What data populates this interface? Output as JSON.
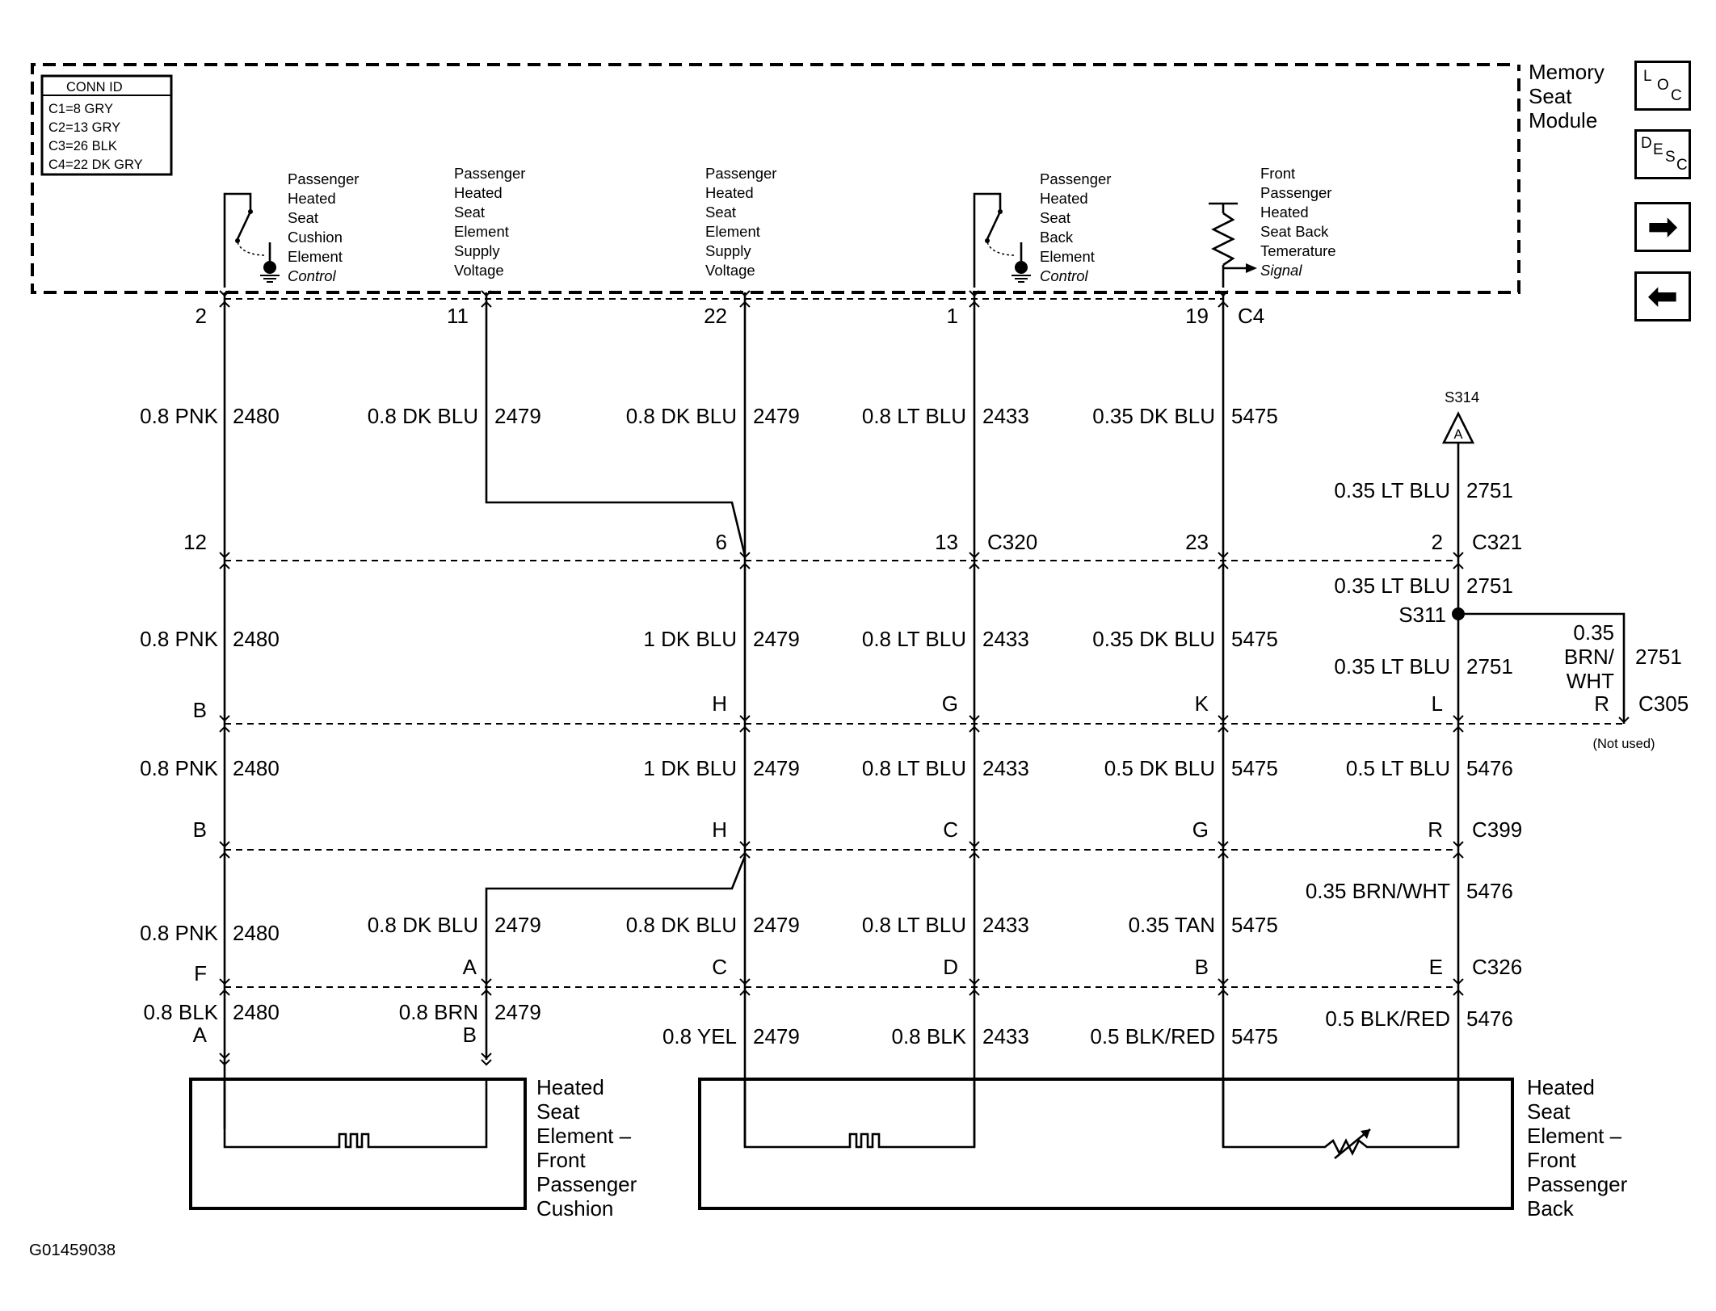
{
  "conn_id": {
    "title": "CONN ID",
    "items": [
      "C1=8 GRY",
      "C2=13 GRY",
      "C3=26 BLK",
      "C4=22 DK GRY"
    ]
  },
  "module": {
    "name": [
      "Memory",
      "Seat",
      "Module"
    ],
    "labels": {
      "cushion_control": [
        "Passenger",
        "Heated",
        "Seat",
        "Cushion",
        "Element",
        "Control"
      ],
      "supply_1": [
        "Passenger",
        "Heated",
        "Seat",
        "Element",
        "Supply",
        "Voltage"
      ],
      "supply_2": [
        "Passenger",
        "Heated",
        "Seat",
        "Element",
        "Supply",
        "Voltage"
      ],
      "back_control": [
        "Passenger",
        "Heated",
        "Seat",
        "Back",
        "Element",
        "Control"
      ],
      "temp_signal": [
        "Front",
        "Passenger",
        "Heated",
        "Seat Back",
        "Temerature",
        "Signal"
      ]
    }
  },
  "nav": {
    "loc": [
      "L",
      "O",
      "C"
    ],
    "desc": [
      "D",
      "E",
      "S",
      "C"
    ],
    "next_icon": "right-arrow-icon",
    "prev_icon": "left-arrow-icon",
    "next_glyph": "➡",
    "prev_glyph": "⬅"
  },
  "connectors": {
    "c4": {
      "name": "C4",
      "pins": [
        "2",
        "11",
        "22",
        "1",
        "19"
      ]
    },
    "c320": {
      "name": "C320",
      "pins": [
        "12",
        "6",
        "13",
        "23"
      ]
    },
    "c321": {
      "name": "C321",
      "pin": "2"
    },
    "c305": {
      "name": "C305",
      "pins": [
        "B",
        "H",
        "G",
        "K",
        "L",
        "R"
      ],
      "not_used": "(Not used)"
    },
    "c399": {
      "name": "C399",
      "pins": [
        "B",
        "H",
        "C",
        "G",
        "R"
      ]
    },
    "c326": {
      "name": "C326",
      "pins": [
        "F",
        "A",
        "C",
        "D",
        "B",
        "E"
      ]
    },
    "element_pins": {
      "cushion": [
        "A",
        "B"
      ]
    }
  },
  "splices": {
    "s314": "S314",
    "s314_letter": "A",
    "s311": "S311"
  },
  "wires": {
    "r1": [
      {
        "gauge": "0.8 PNK",
        "circuit": "2480"
      },
      {
        "gauge": "0.8 DK BLU",
        "circuit": "2479"
      },
      {
        "gauge": "0.8 DK BLU",
        "circuit": "2479"
      },
      {
        "gauge": "0.8 LT BLU",
        "circuit": "2433"
      },
      {
        "gauge": "0.35 DK BLU",
        "circuit": "5475"
      }
    ],
    "r1_s314": {
      "gauge": "0.35 LT BLU",
      "circuit": "2751"
    },
    "r2": [
      {
        "gauge": "0.8 PNK",
        "circuit": "2480"
      },
      {
        "gauge": "1 DK BLU",
        "circuit": "2479"
      },
      {
        "gauge": "0.8 LT BLU",
        "circuit": "2433"
      },
      {
        "gauge": "0.35 DK BLU",
        "circuit": "5475"
      }
    ],
    "r2_s311_in": {
      "gauge": "0.35 LT BLU",
      "circuit": "2751"
    },
    "r2_s311_out": {
      "gauge": "0.35 LT BLU",
      "circuit": "2751"
    },
    "r2_branch": {
      "gauge": [
        "0.35",
        "BRN/",
        "WHT"
      ],
      "circuit": "2751"
    },
    "r3": [
      {
        "gauge": "0.8 PNK",
        "circuit": "2480"
      },
      {
        "gauge": "1 DK BLU",
        "circuit": "2479"
      },
      {
        "gauge": "0.8 LT BLU",
        "circuit": "2433"
      },
      {
        "gauge": "0.5 DK BLU",
        "circuit": "5475"
      },
      {
        "gauge": "0.5 LT BLU",
        "circuit": "5476"
      }
    ],
    "r4": [
      {
        "gauge": "0.8 PNK",
        "circuit": "2480"
      },
      {
        "gauge": "0.8 DK BLU",
        "circuit": "2479"
      },
      {
        "gauge": "0.8 DK BLU",
        "circuit": "2479"
      },
      {
        "gauge": "0.8 LT BLU",
        "circuit": "2433"
      },
      {
        "gauge": "0.35 TAN",
        "circuit": "5475"
      },
      {
        "gauge": "0.35 BRN/WHT",
        "circuit": "5476"
      }
    ],
    "r5": [
      {
        "gauge": "0.8 BLK",
        "circuit": "2480"
      },
      {
        "gauge": "0.8 BRN",
        "circuit": "2479"
      },
      {
        "gauge": "0.8 YEL",
        "circuit": "2479"
      },
      {
        "gauge": "0.8 BLK",
        "circuit": "2433"
      },
      {
        "gauge": "0.5 BLK/RED",
        "circuit": "5475"
      },
      {
        "gauge": "0.5 BLK/RED",
        "circuit": "5476"
      }
    ]
  },
  "elements": {
    "cushion": [
      "Heated",
      "Seat",
      "Element –",
      "Front",
      "Passenger",
      "Cushion"
    ],
    "back": [
      "Heated",
      "Seat",
      "Element –",
      "Front",
      "Passenger",
      "Back"
    ]
  },
  "figure_id": "G01459038"
}
